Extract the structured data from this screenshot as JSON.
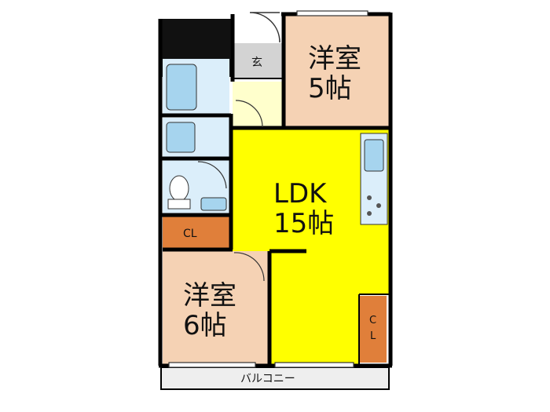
{
  "rooms": {
    "western_room_1": {
      "name": "洋室",
      "size": "5帖"
    },
    "entrance": {
      "name": "玄"
    },
    "ldk": {
      "name": "LDK",
      "size": "15帖"
    },
    "closet_left": {
      "name": "CL"
    },
    "closet_right": {
      "name": "CL"
    },
    "western_room_2": {
      "name": "洋室",
      "size": "6帖"
    },
    "balcony": {
      "name": "バルコニー"
    }
  },
  "colors": {
    "ldk": "#ffff00",
    "western_room": "#f5d2b4",
    "closet": "#e07f3a",
    "wet_area": "#dbeefa",
    "entrance_floor": "#d3d3d3",
    "hall": "#ffffcc",
    "balcony": "#eeeeee",
    "wall": "#000000",
    "pillar": "#111111"
  }
}
